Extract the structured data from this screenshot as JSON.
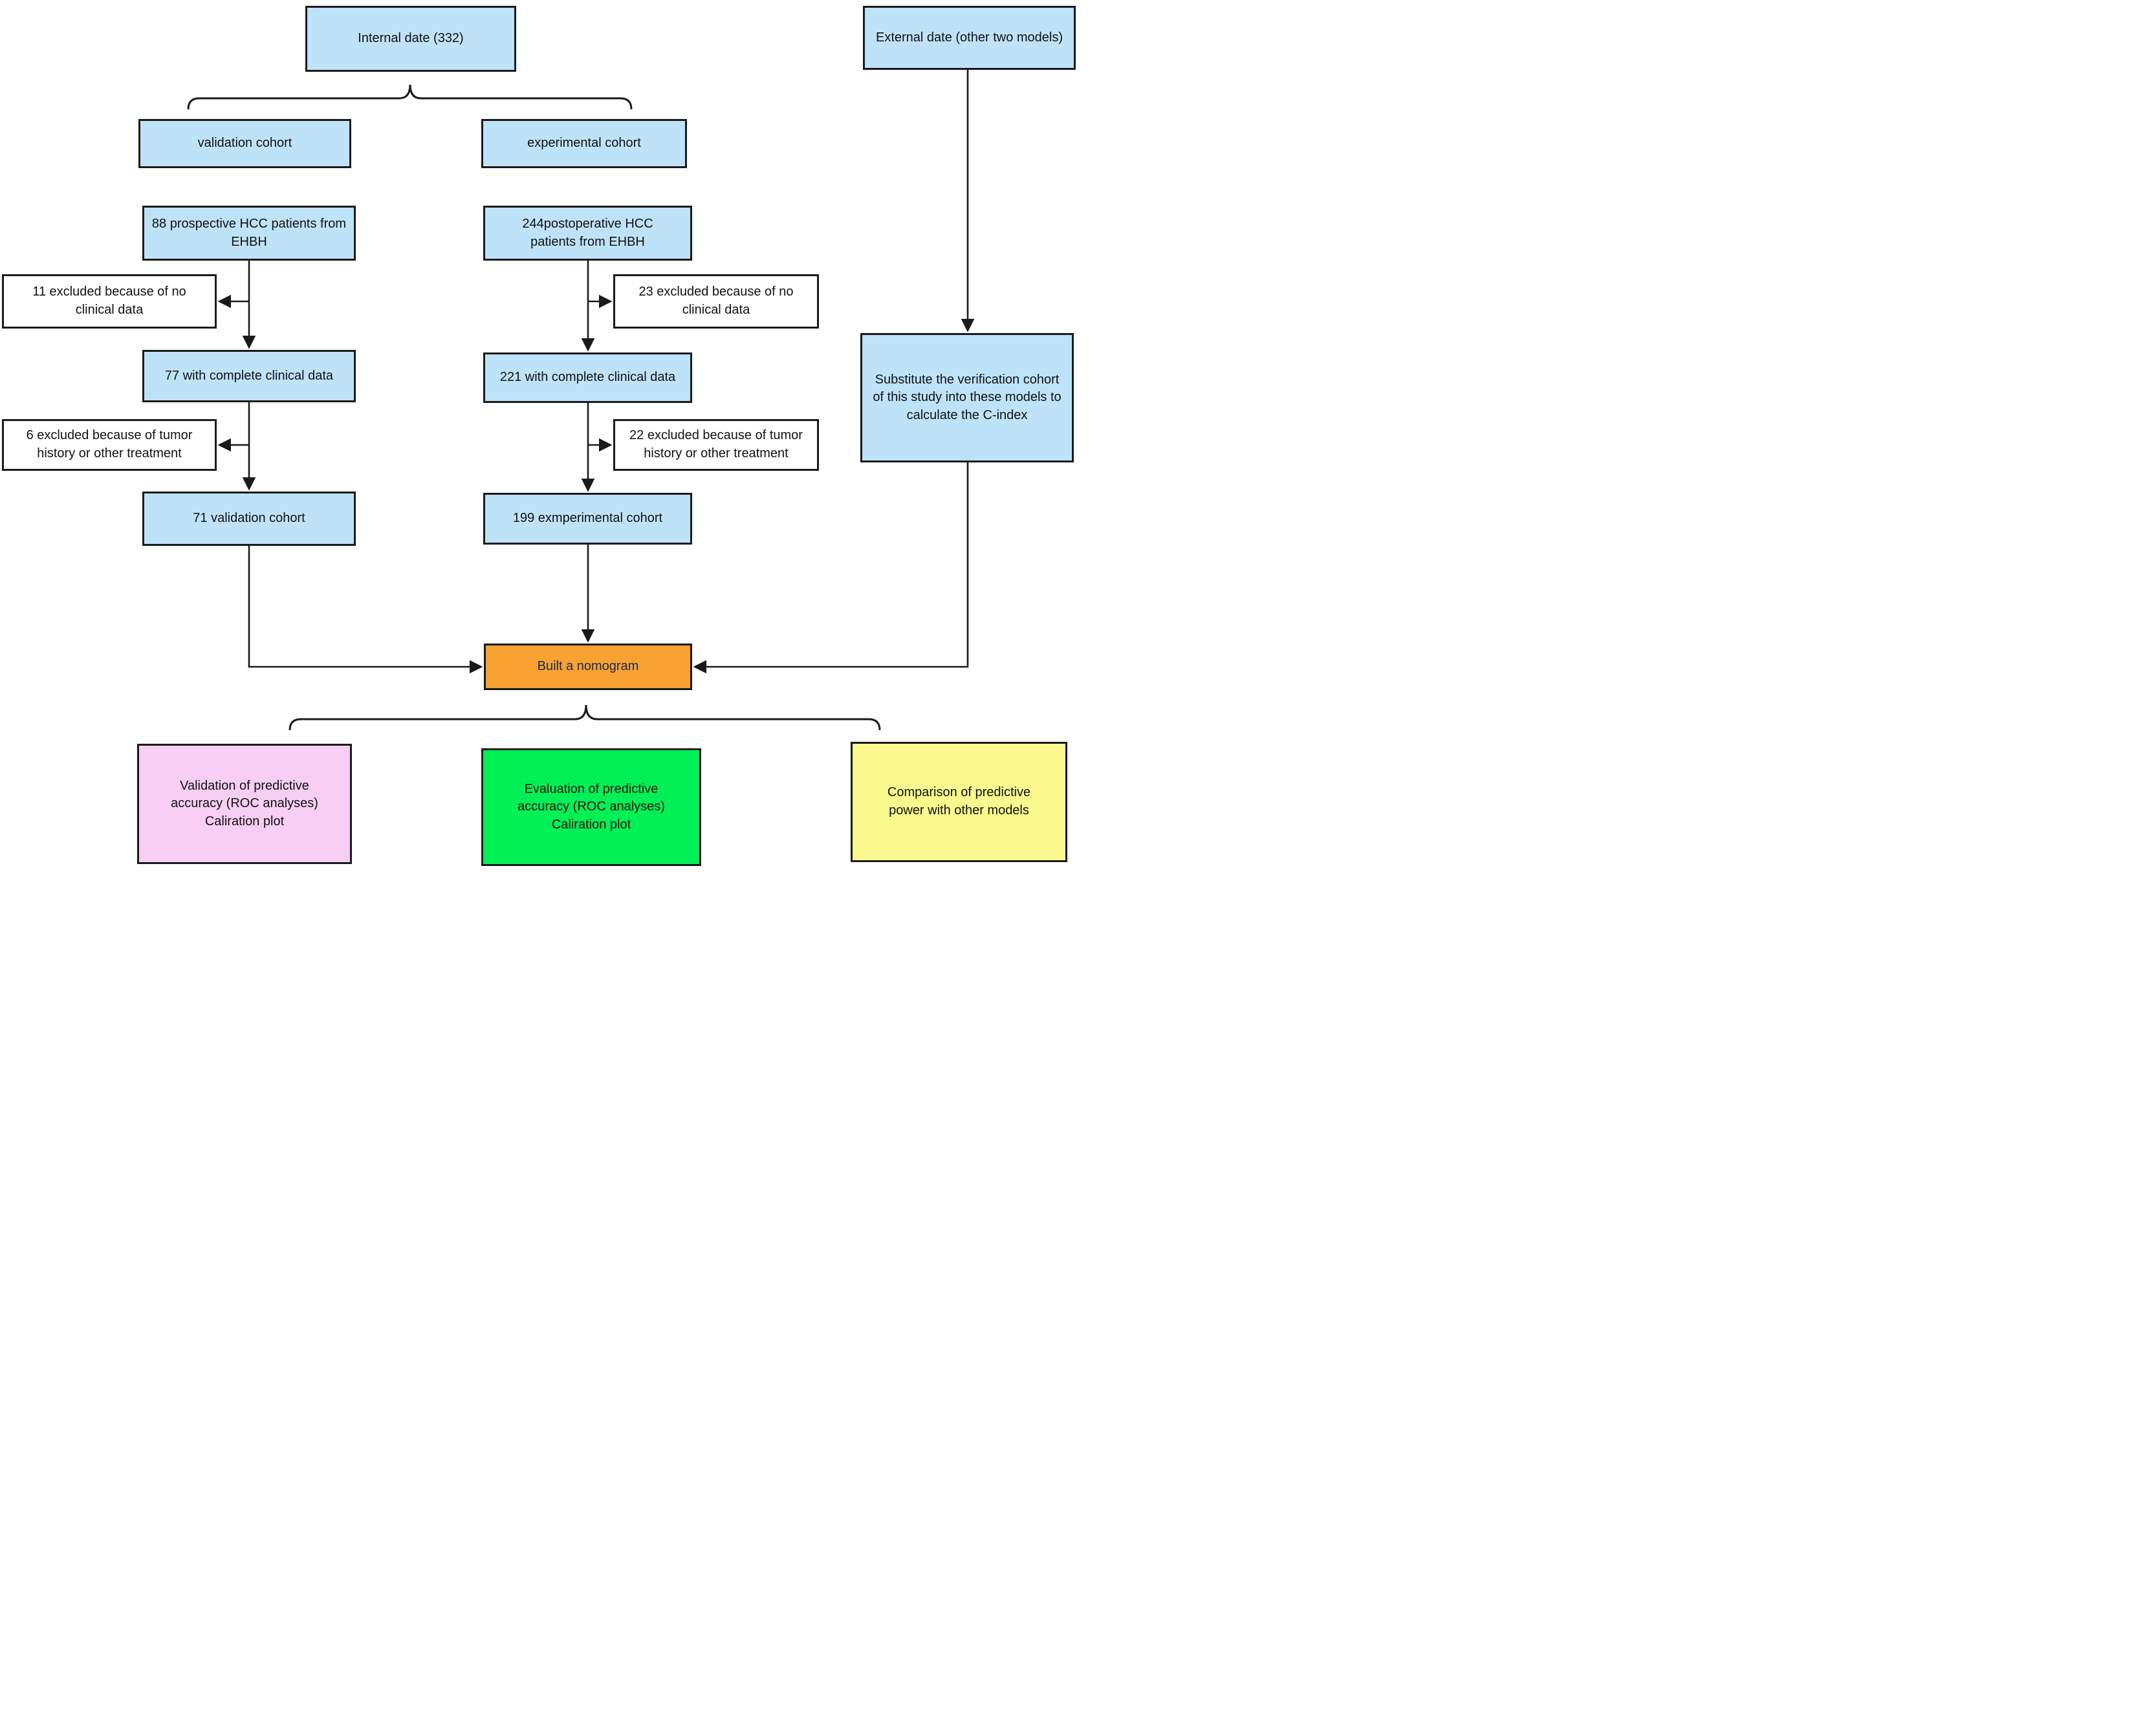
{
  "diagram": {
    "title": "Study flow diagram",
    "background_color": "#ffffff",
    "line_color": "#1a1a1a",
    "colors": {
      "light_blue": "#bee3f8",
      "white": "#ffffff",
      "orange": "#f7a233",
      "pink": "#f8cef5",
      "green": "#00f056",
      "yellow": "#f9f98d",
      "nomogram_text": "#1c2b4a"
    },
    "nodes": {
      "internal": {
        "label": "Internal date (332)",
        "color": "#bee3f8"
      },
      "external": {
        "label": "External date (other two models)",
        "color": "#bee3f8"
      },
      "validation_cohort": {
        "label": "validation cohort",
        "color": "#bee3f8"
      },
      "experimental_cohort": {
        "label": "experimental cohort",
        "color": "#bee3f8"
      },
      "prospective_88": {
        "label": "88 prospective HCC patients from EHBH",
        "color": "#bee3f8"
      },
      "postoperative_244": {
        "label": "244postoperative HCC patients from EHBH",
        "color": "#bee3f8"
      },
      "excluded_11": {
        "label": "11 excluded because of  no clinical data",
        "color": "#ffffff"
      },
      "excluded_23": {
        "label": "23 excluded because of  no clinical data",
        "color": "#ffffff"
      },
      "complete_77": {
        "label": "77 with complete clinical data",
        "color": "#bee3f8"
      },
      "complete_221": {
        "label": "221 with complete clinical data",
        "color": "#bee3f8"
      },
      "excluded_6": {
        "label": "6 excluded because of  tumor history or other treatment",
        "color": "#ffffff"
      },
      "excluded_22": {
        "label": "22 excluded because of  tumor history or other treatment",
        "color": "#ffffff"
      },
      "validation_71": {
        "label": "71 validation cohort",
        "color": "#bee3f8"
      },
      "experimental_199": {
        "label": "199 exmperimental cohort",
        "color": "#bee3f8"
      },
      "substitute": {
        "label": "Substitute the verification cohort of this study into these models to calculate the C-index",
        "color": "#bee3f8"
      },
      "nomogram": {
        "label": "Built a nomogram",
        "color": "#f7a233"
      },
      "outcome_validation": {
        "label": "Validation of predictive accuracy (ROC analyses) Caliration plot",
        "color": "#f8cef5"
      },
      "outcome_evaluation": {
        "label": "Evaluation of predictive accuracy (ROC analyses) Caliration plot",
        "color": "#00f056"
      },
      "outcome_comparison": {
        "label": "Comparison of predictive power with other models",
        "color": "#f9f98d"
      }
    }
  }
}
